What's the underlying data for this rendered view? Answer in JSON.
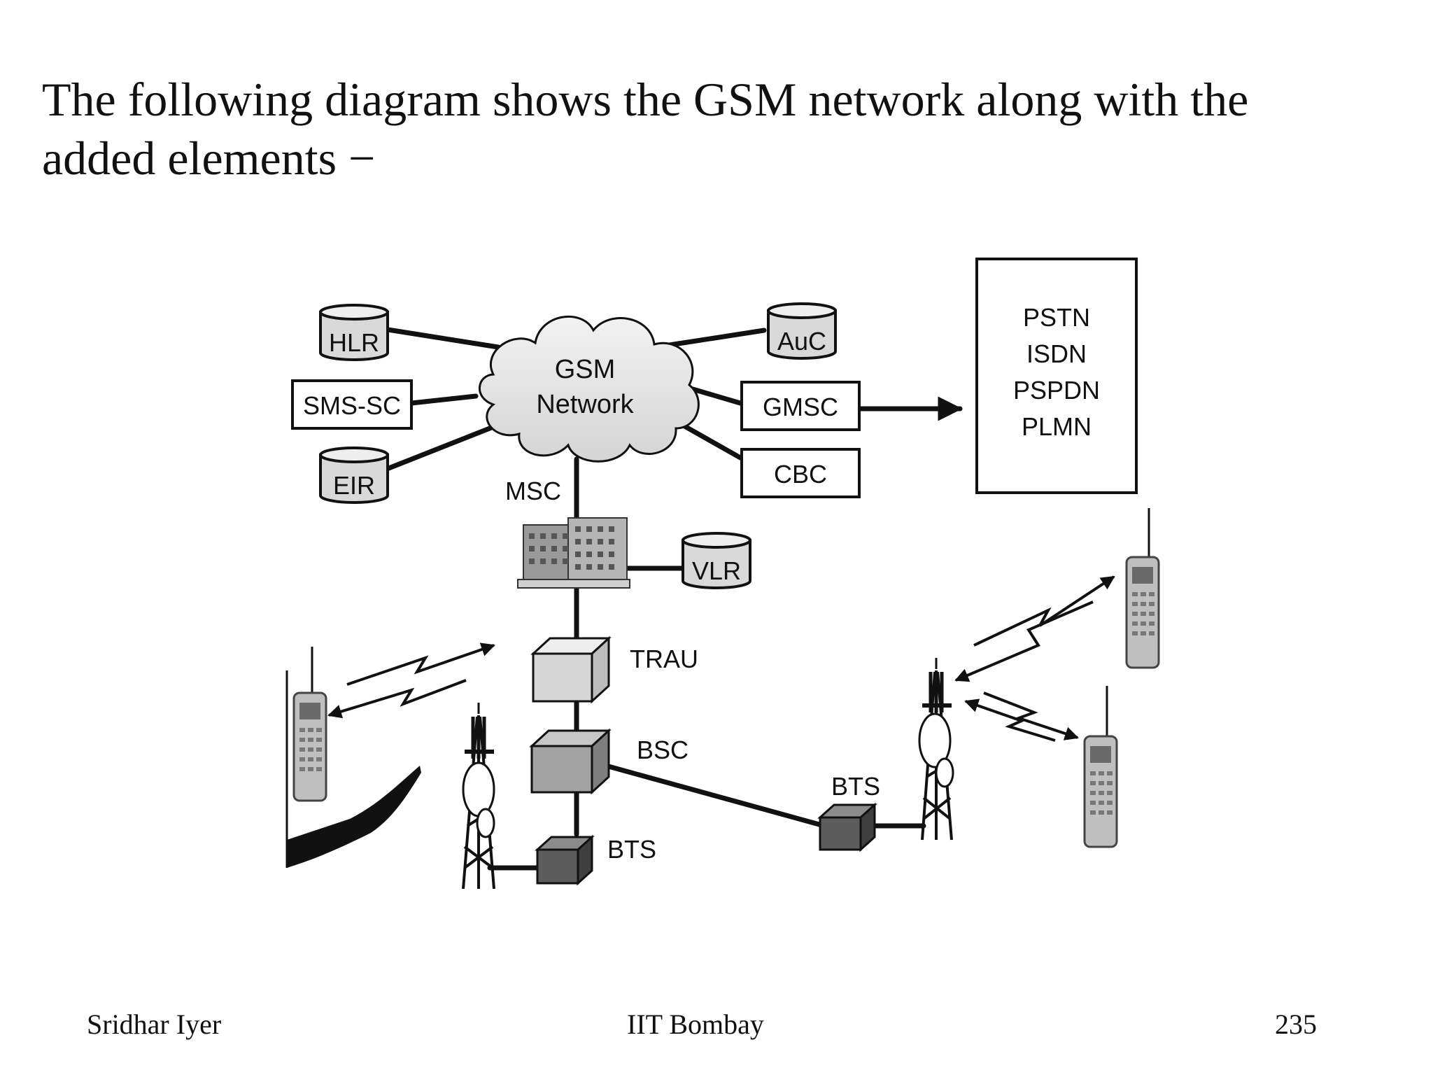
{
  "title": {
    "line1": "The following diagram shows the GSM network along with the",
    "line2": "added elements −"
  },
  "diagram": {
    "cloud": {
      "line1": "GSM",
      "line2": "Network"
    },
    "hlr": "HLR",
    "smssc": "SMS-SC",
    "eir": "EIR",
    "auc": "AuC",
    "gmsc": "GMSC",
    "cbc": "CBC",
    "msc": "MSC",
    "vlr": "VLR",
    "trau": "TRAU",
    "bsc": "BSC",
    "bts_left": "BTS",
    "bts_right": "BTS",
    "external_networks": [
      "PSTN",
      "ISDN",
      "PSPDN",
      "PLMN"
    ]
  },
  "footer": {
    "author": "Sridhar Iyer",
    "org": "IIT Bombay",
    "page": "235"
  }
}
